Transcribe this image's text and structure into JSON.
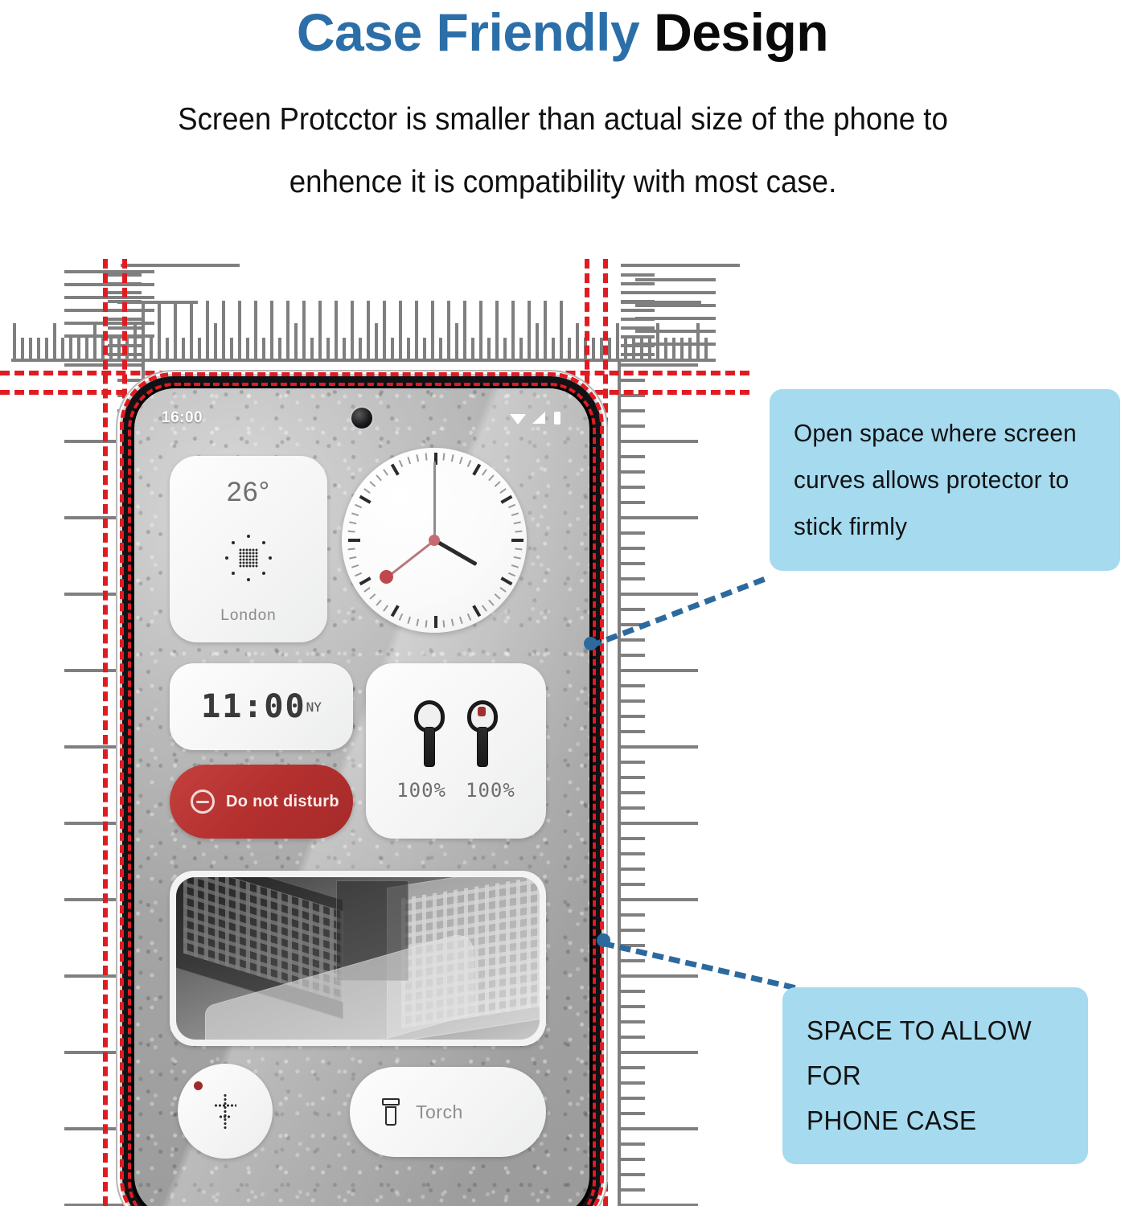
{
  "header": {
    "title_part1": "Case Friendly",
    "title_part2": "Design",
    "title_color_1": "#2c6fa8",
    "title_color_2": "#0a0a0a",
    "subtitle_line1": "Screen Protcctor is smaller than actual size of the phone to",
    "subtitle_line2": "enhence it is compatibility with most case."
  },
  "callouts": [
    {
      "id": "open-space",
      "line1": "Open space where screen",
      "line2": "curves allows protector to",
      "line3": "stick firmly",
      "bg_color": "#a5daef"
    },
    {
      "id": "phone-case-space",
      "line1": "SPACE TO ALLOW FOR",
      "line2": "PHONE CASE",
      "bg_color": "#a5daef"
    }
  ],
  "phone": {
    "statusbar": {
      "time": "16:00",
      "icons": [
        "wifi-icon",
        "signal-icon",
        "battery-icon"
      ]
    },
    "widgets": {
      "weather": {
        "temperature": "26°",
        "city": "London",
        "icon": "sun-dot-matrix-icon"
      },
      "analog_clock": {
        "name": "analog-clock-widget",
        "hour_deg": 120,
        "minute_deg": 0,
        "second_deg": 232
      },
      "digital_clock": {
        "time": "11:00",
        "zone": "NY"
      },
      "do_not_disturb": {
        "label": "Do not disturb",
        "icon": "minus-circle-icon",
        "color": "#b22f2e"
      },
      "earbuds": {
        "left_battery": "100%",
        "right_battery": "100%",
        "icon": "earbuds-icon"
      },
      "photo": {
        "name": "photo-widget",
        "description": "grayscale city buildings photo"
      },
      "circle_widget": {
        "icon": "dot-matrix-cross-icon",
        "indicator_color": "#9d2b2c"
      },
      "torch": {
        "label": "Torch",
        "icon": "flashlight-icon"
      }
    }
  },
  "measurement": {
    "guide_color": "#e01b22",
    "ruler_color": "#7f7f7f",
    "leader_color": "#2c6a9e"
  }
}
